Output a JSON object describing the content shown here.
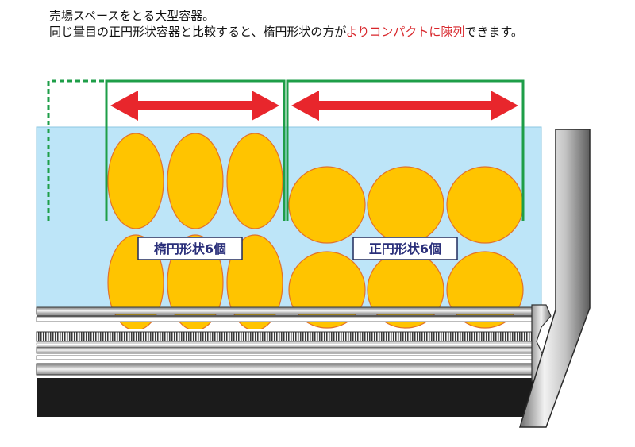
{
  "caption": {
    "line1": "売場スペースをとる大型容器。",
    "line2_before": "同じ量目の正円形状容器と比較すると、楕円形状の方が",
    "line2_highlight": "よりコンパクトに陳列",
    "line2_after": "できます。"
  },
  "labels": {
    "ellipse": "楕円形状6個",
    "circle": "正円形状6個"
  },
  "colors": {
    "water": "#bde5f8",
    "container_fill": "#ffc400",
    "container_stroke": "#e2722a",
    "arrow": "#e8262c",
    "bracket": "#1e9e48",
    "label_text": "#2a2f7a",
    "highlight": "#d8262b"
  }
}
